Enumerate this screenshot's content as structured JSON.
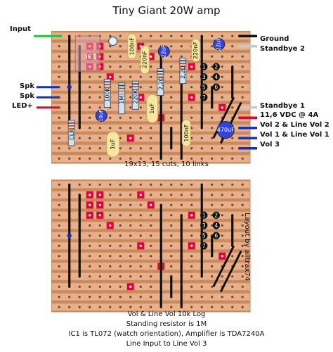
{
  "title": "Tiny Giant 20W amp",
  "left_labels": [
    {
      "id": "input",
      "text": "Input"
    },
    {
      "id": "spk1",
      "text": "Spk"
    },
    {
      "id": "spk2",
      "text": "Spk"
    },
    {
      "id": "led",
      "text": "LED+"
    }
  ],
  "right_labels": [
    {
      "id": "ground",
      "text": "Ground"
    },
    {
      "id": "standbye2",
      "text": "Standbye 2"
    },
    {
      "id": "standbye1",
      "text": "Standbye 1"
    },
    {
      "id": "vdc",
      "text": "11,6 VDC @ 4A"
    },
    {
      "id": "vol2",
      "text": "Vol 2 & Line Vol 2"
    },
    {
      "id": "vol1",
      "text": "Vol 1 & Line Vol 1"
    },
    {
      "id": "vol3",
      "text": "Vol 3"
    }
  ],
  "components": {
    "ic1": "IC1",
    "c100nf_a": "100nF",
    "c220nf_a": "220nF",
    "c22uf_a": "22uF",
    "c220nf_b": "220nF",
    "c22uf_b": "22uF",
    "r22_a": "2,2Ω",
    "r22_b": "2,2Ω",
    "r100k": "100K",
    "r1m": "1M",
    "r220k": "220K",
    "c1uf_a": "1uF",
    "c10uf": "10uF",
    "clr": "CLR",
    "c1uf_b": "1uF",
    "c100nf_b": "100nF",
    "c470uf": "470uF"
  },
  "pin_numbers": [
    "1",
    "2",
    "3",
    "4",
    "5",
    "6",
    "7"
  ],
  "board_info": "19x13, 15 cuts, 10 links",
  "layout_by": "Layout by alltrax74",
  "notes": [
    "Vol & Line Vol 10k Log",
    "Standing resistor is 1M",
    "IC1 is TL072 (watch orientation), Amplifier is TDA7240A",
    "Line Input to Line Vol 3"
  ],
  "colors": {
    "board": "#c98a5e",
    "strip": "#e8b08a",
    "hole": "#6b4630",
    "cut": "#e8003a",
    "link": "#111111",
    "wire_green": "#22c43a",
    "wire_blue": "#1030c8",
    "wire_red": "#e8002a",
    "wire_gray": "#c8c8c8",
    "cap_yellow": "#f6e6a0",
    "cap_blue": "#3344dd"
  }
}
